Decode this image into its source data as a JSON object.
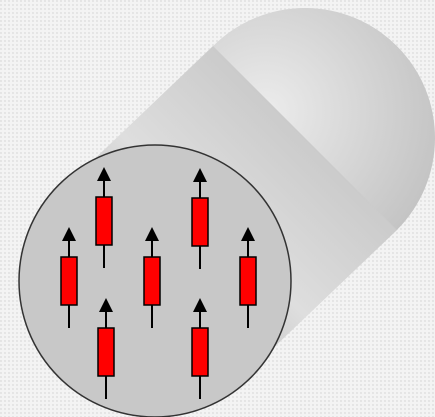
{
  "diagram": {
    "subject": "cylinder-cross-section-with-oriented-dipoles",
    "colors": {
      "background": "#f3f3f3",
      "cylinder_body_light": "#dcdcdc",
      "cylinder_body_dark": "#9a9a9a",
      "cylinder_face": "#c8c8c8",
      "face_outline": "#333333",
      "dipole_fill": "#ff0000",
      "dipole_stroke": "#000000",
      "arrow": "#000000"
    },
    "dipoles": [
      {
        "name": "dipole-top-left",
        "direction": "up"
      },
      {
        "name": "dipole-top-right",
        "direction": "up"
      },
      {
        "name": "dipole-middle-far-left",
        "direction": "up"
      },
      {
        "name": "dipole-middle-center",
        "direction": "up"
      },
      {
        "name": "dipole-middle-far-right",
        "direction": "up"
      },
      {
        "name": "dipole-bottom-left",
        "direction": "up"
      },
      {
        "name": "dipole-bottom-right",
        "direction": "up"
      }
    ]
  }
}
